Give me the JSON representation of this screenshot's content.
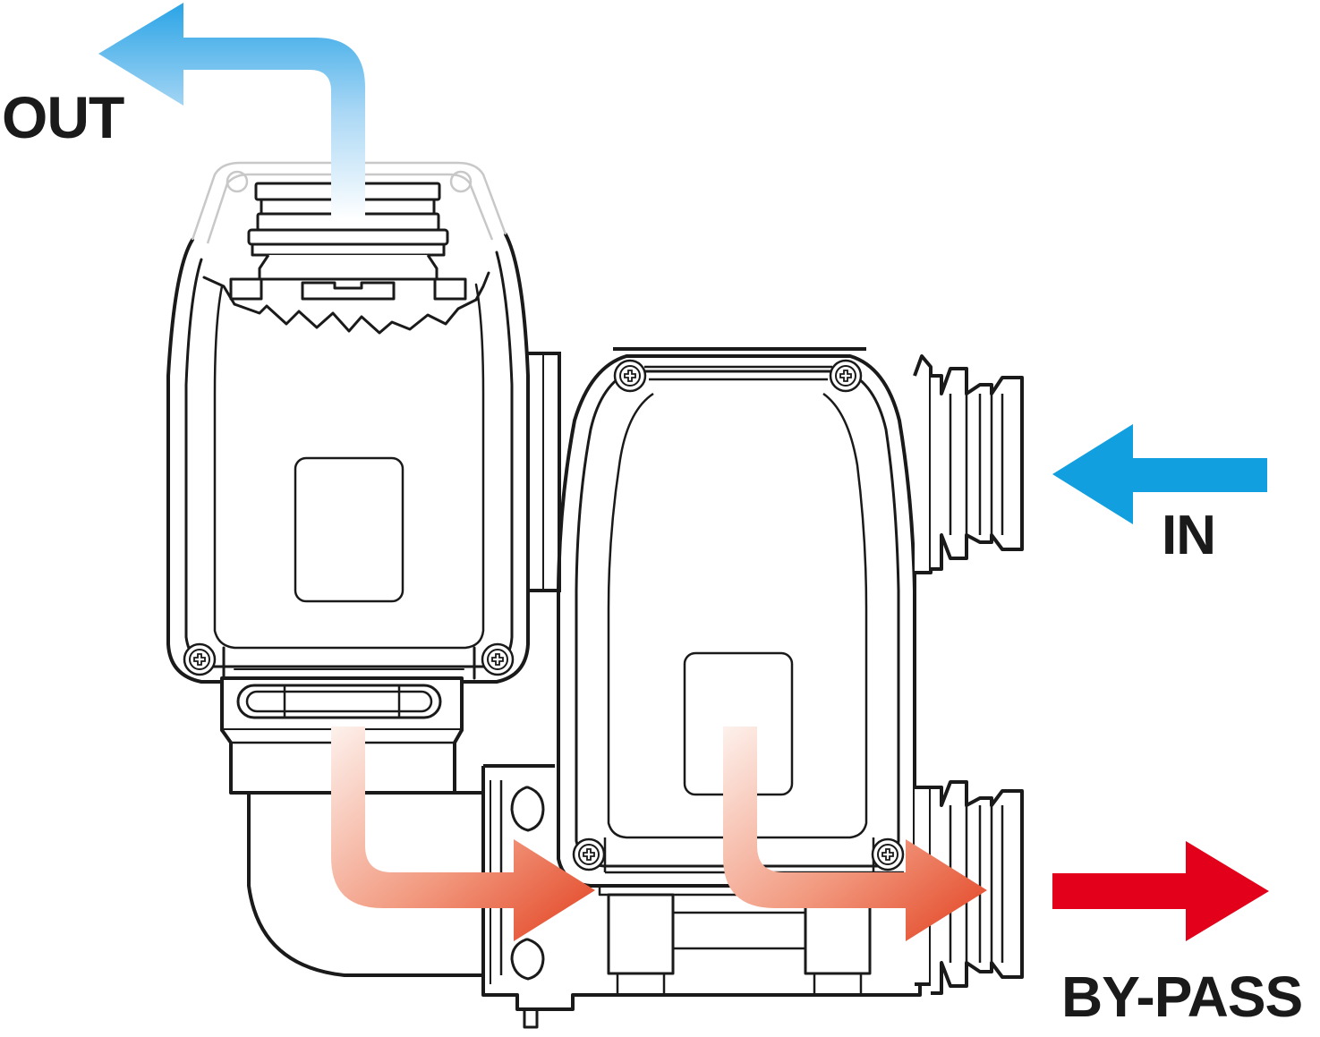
{
  "labels": {
    "out": "OUT",
    "in": "IN",
    "bypass": "BY-PASS"
  },
  "colors": {
    "outline": "#1a1a1a",
    "in_arrow": "#129fe0",
    "bypass_arrow": "#e2001a",
    "cold_flow_start": "#e9f4fd",
    "cold_flow_end": "#5db8ec",
    "hot_flow_start": "#fbe4dc",
    "hot_flow_end": "#e2401f",
    "cutaway_outline": "#c8c8c8"
  },
  "icons": {
    "screw": "screw-icon",
    "in_arrow": "arrow-left-icon",
    "bypass_arrow": "arrow-right-icon",
    "out_arrow": "curved-arrow-up-left-icon"
  }
}
